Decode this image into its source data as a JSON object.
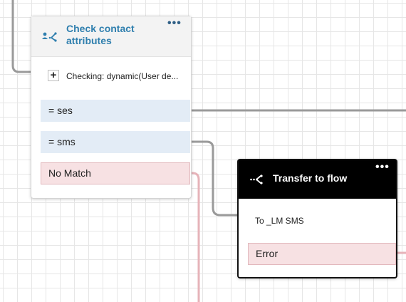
{
  "check_block": {
    "title": "Check contact attributes",
    "menu": "•••",
    "checking": "Checking: dynamic(User de...",
    "expand_symbol": "+",
    "branches": [
      {
        "label": "= ses",
        "kind": "condition"
      },
      {
        "label": "= sms",
        "kind": "condition"
      },
      {
        "label": "No Match",
        "kind": "error"
      }
    ]
  },
  "transfer_block": {
    "title": "Transfer to flow",
    "menu": "•••",
    "target": "To _LM SMS",
    "branches": [
      {
        "label": "Error",
        "kind": "error"
      }
    ]
  },
  "colors": {
    "accent_blue": "#2f7fae",
    "connector_gray": "#9a9a9a",
    "connector_pink": "#e6b3b9",
    "branch_blue": "#e3ecf6",
    "branch_red": "#f7e1e3"
  }
}
